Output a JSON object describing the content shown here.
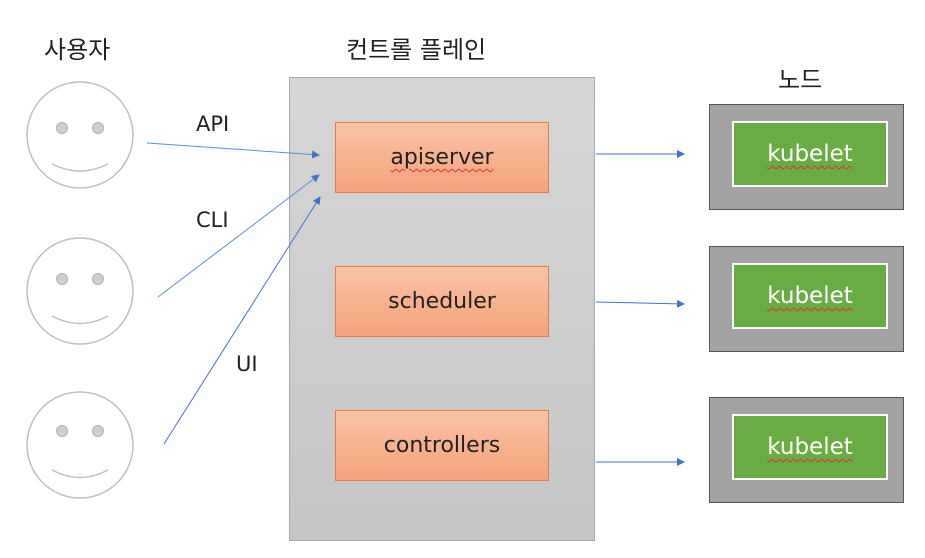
{
  "headings": {
    "users": "사용자",
    "control_plane": "컨트롤 플레인",
    "nodes": "노드"
  },
  "interfaces": [
    "API",
    "CLI",
    "UI"
  ],
  "components": [
    "apiserver",
    "scheduler",
    "controllers"
  ],
  "nodes": [
    "kubelet",
    "kubelet",
    "kubelet"
  ],
  "colors": {
    "control_plane": "#cdcdcd",
    "component_fill": "#f6b08f",
    "component_border": "#e77b45",
    "node_fill": "#a3a3a3",
    "kubelet_fill": "#6aac44",
    "arrow": "#4472c4"
  },
  "icons": [
    "smiley-face-icon",
    "smiley-face-icon",
    "smiley-face-icon"
  ]
}
